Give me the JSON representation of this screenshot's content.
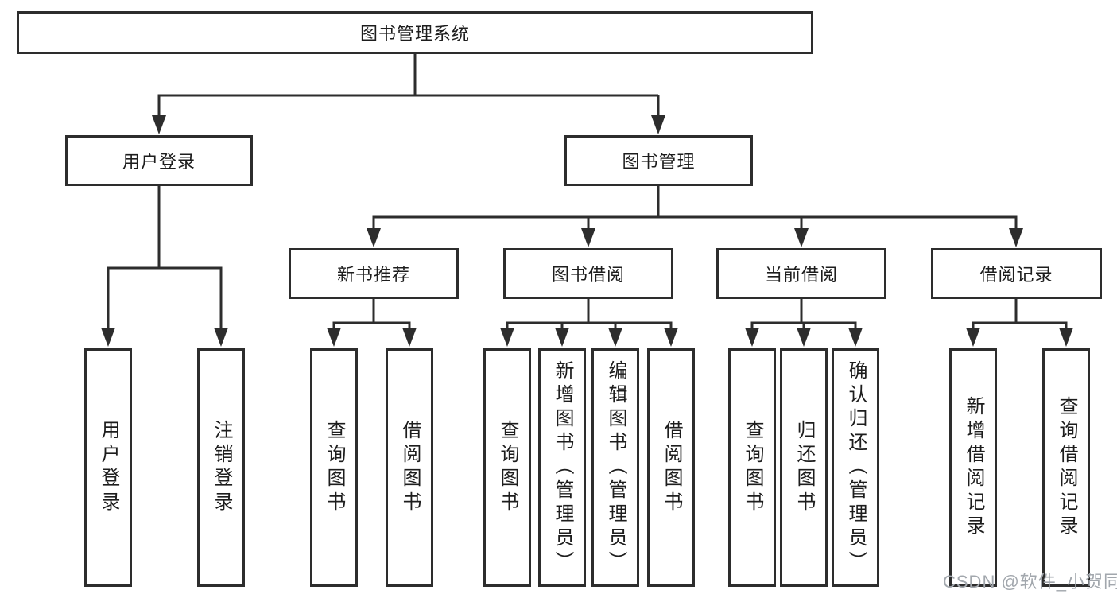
{
  "root": {
    "label": "图书管理系统"
  },
  "level2": [
    {
      "label": "用户登录"
    },
    {
      "label": "图书管理"
    }
  ],
  "level3": [
    {
      "label": "新书推荐"
    },
    {
      "label": "图书借阅"
    },
    {
      "label": "当前借阅"
    },
    {
      "label": "借阅记录"
    }
  ],
  "leaves": {
    "user_login": [
      "用户登录",
      "注销登录"
    ],
    "new_book": [
      "查询图书",
      "借阅图书"
    ],
    "borrow": [
      "查询图书",
      "新增图书（管理员）",
      "编辑图书（管理员）",
      "借阅图书"
    ],
    "current": [
      "查询图书",
      "归还图书",
      "确认归还（管理员）"
    ],
    "records": [
      "新增借阅记录",
      "查询借阅记录"
    ]
  },
  "watermark": "CSDN @软件_小贺同学",
  "colors": {
    "line": "#2d2d2d",
    "text": "#1d1d1d",
    "watermark": "#a2a7ad",
    "background": "#ffffff"
  }
}
